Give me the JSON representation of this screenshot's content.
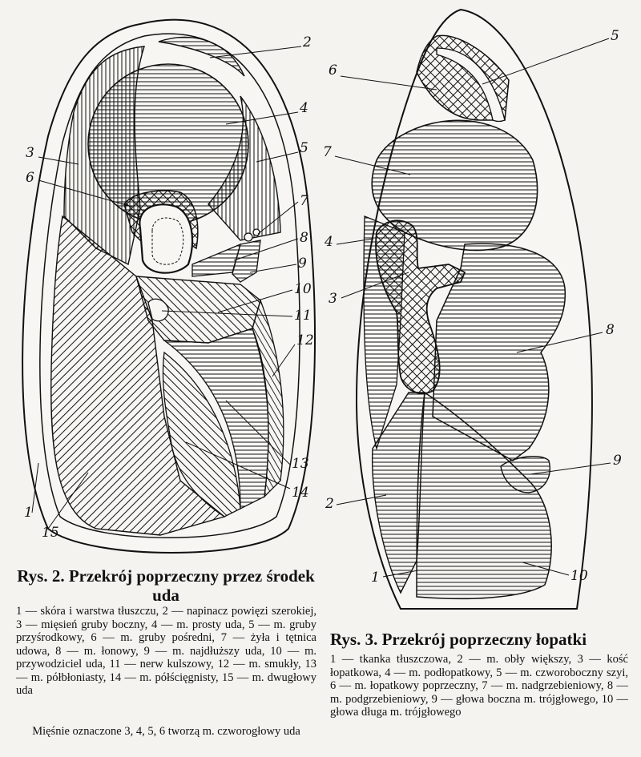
{
  "figure2": {
    "labels": [
      "1",
      "2",
      "3",
      "4",
      "5",
      "6",
      "7",
      "8",
      "9",
      "10",
      "11",
      "12",
      "13",
      "14",
      "15"
    ],
    "title": "Rys. 2. Przekrój poprzeczny przez środek uda",
    "legend": "1 — skóra i warstwa tłuszczu, 2 — napinacz powięzi szerokiej, 3 — mięsień gruby boczny, 4 — m. prosty uda, 5 — m. gruby przyśrodkowy, 6 — m. gruby pośredni, 7 — żyła i tętnica udowa, 8 — m. łonowy, 9 — m. najdłuższy uda, 10 — m. przywodziciel uda, 11 — nerw kulszowy, 12 — m. smukły, 13 — m. półbłoniasty, 14 — m. półścięgnisty, 15 — m. dwugłowy uda",
    "note": "Mięśnie oznaczone 3, 4, 5, 6 tworzą m. czworogłowy uda"
  },
  "figure3": {
    "labels": [
      "1",
      "2",
      "3",
      "4",
      "5",
      "6",
      "7",
      "8",
      "9",
      "10"
    ],
    "title": "Rys. 3. Przekrój poprzeczny łopatki",
    "legend": "1 — tkanka tłuszczowa, 2 — m. obły większy, 3 — kość łopatkowa, 4 — m. podłopatkowy, 5 — m. czworoboczny szyi, 6 — m. łopatkowy poprzeczny, 7 — m. nadgrzebieniowy, 8 — m. podgrzebieniowy, 9 — głowa boczna m. trójgłowego, 10 — głowa długa m. trójgłowego"
  },
  "colors": {
    "ink": "#111111",
    "paper": "#f4f3ef"
  }
}
